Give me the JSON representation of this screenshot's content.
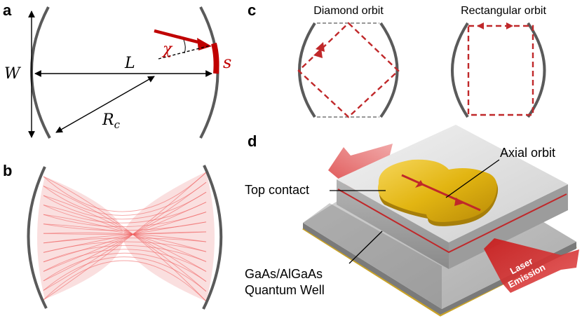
{
  "panels": {
    "a": {
      "label": "a",
      "W": "W",
      "L": "L",
      "R": "R",
      "R_sub": "c",
      "chi": "χ",
      "s": "s"
    },
    "b": {
      "label": "b"
    },
    "c": {
      "label": "c",
      "diamond_title": "Diamond orbit",
      "rect_title": "Rectangular orbit"
    },
    "d": {
      "label": "d",
      "top_contact": "Top contact",
      "axial_orbit": "Axial orbit",
      "qw_line1": "GaAs/AlGaAs",
      "qw_line2": "Quantum Well",
      "emission_line1": "Laser",
      "emission_line2": "Emission"
    }
  },
  "colors": {
    "mirror": "#5a5a5a",
    "accent_red": "#c00000",
    "orbit_red": "#c0282a",
    "gold": "#e2b512"
  }
}
